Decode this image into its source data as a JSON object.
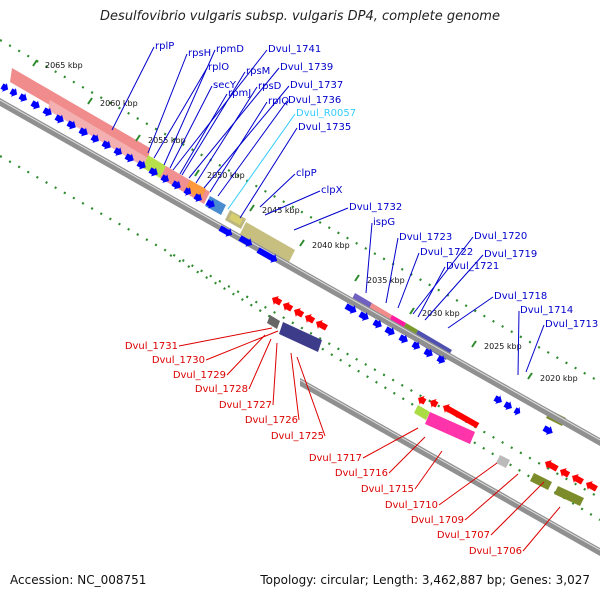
{
  "title": "Desulfovibrio vulgaris subsp. vulgaris DP4, complete genome",
  "footer": {
    "accession": "Accession: NC_008751",
    "topology": "Topology: circular; Length: 3,462,887 bp; Genes: 3,027"
  },
  "colors": {
    "backbone": "#909090",
    "tick": "#2e8b2e",
    "blue_gene": "#0000ff",
    "red_gene": "#ff0000",
    "label_blue": "#0000cc",
    "label_red": "#dd0000",
    "label_cyan": "#33ccff"
  },
  "kbp_ticks": [
    "2065 kbp",
    "2060 kbp",
    "2055 kbp",
    "2050 kbp",
    "2045 kbp",
    "2040 kbp",
    "2035 kbp",
    "2030 kbp",
    "2025 kbp",
    "2020 kbp"
  ],
  "upper_labels": [
    {
      "text": "rplP",
      "color": "blue"
    },
    {
      "text": "rpsH",
      "color": "blue"
    },
    {
      "text": "rpmD",
      "color": "blue"
    },
    {
      "text": "Dvul_1741",
      "color": "blue"
    },
    {
      "text": "rplO",
      "color": "blue"
    },
    {
      "text": "rpsM",
      "color": "blue"
    },
    {
      "text": "Dvul_1739",
      "color": "blue"
    },
    {
      "text": "secY",
      "color": "blue"
    },
    {
      "text": "rpsD",
      "color": "blue"
    },
    {
      "text": "Dvul_1737",
      "color": "blue"
    },
    {
      "text": "rpmJ",
      "color": "blue"
    },
    {
      "text": "rplQ",
      "color": "blue"
    },
    {
      "text": "Dvul_1736",
      "color": "blue"
    },
    {
      "text": "Dvul_R0057",
      "color": "cyan"
    },
    {
      "text": "Dvul_1735",
      "color": "blue"
    },
    {
      "text": "clpP",
      "color": "blue"
    },
    {
      "text": "clpX",
      "color": "blue"
    },
    {
      "text": "Dvul_1732",
      "color": "blue"
    },
    {
      "text": "ispG",
      "color": "blue"
    },
    {
      "text": "Dvul_1723",
      "color": "blue"
    },
    {
      "text": "Dvul_1720",
      "color": "blue"
    },
    {
      "text": "Dvul_1722",
      "color": "blue"
    },
    {
      "text": "Dvul_1719",
      "color": "blue"
    },
    {
      "text": "Dvul_1721",
      "color": "blue"
    },
    {
      "text": "Dvul_1718",
      "color": "blue"
    },
    {
      "text": "Dvul_1714",
      "color": "blue"
    },
    {
      "text": "Dvul_1713",
      "color": "blue"
    }
  ],
  "lower_labels": [
    {
      "text": "Dvul_1731",
      "color": "red"
    },
    {
      "text": "Dvul_1730",
      "color": "red"
    },
    {
      "text": "Dvul_1729",
      "color": "red"
    },
    {
      "text": "Dvul_1728",
      "color": "red"
    },
    {
      "text": "Dvul_1727",
      "color": "red"
    },
    {
      "text": "Dvul_1726",
      "color": "red"
    },
    {
      "text": "Dvul_1725",
      "color": "red"
    },
    {
      "text": "Dvul_1717",
      "color": "red"
    },
    {
      "text": "Dvul_1716",
      "color": "red"
    },
    {
      "text": "Dvul_1715",
      "color": "red"
    },
    {
      "text": "Dvul_1710",
      "color": "red"
    },
    {
      "text": "Dvul_1709",
      "color": "red"
    },
    {
      "text": "Dvul_1707",
      "color": "red"
    },
    {
      "text": "Dvul_1706",
      "color": "red"
    }
  ]
}
